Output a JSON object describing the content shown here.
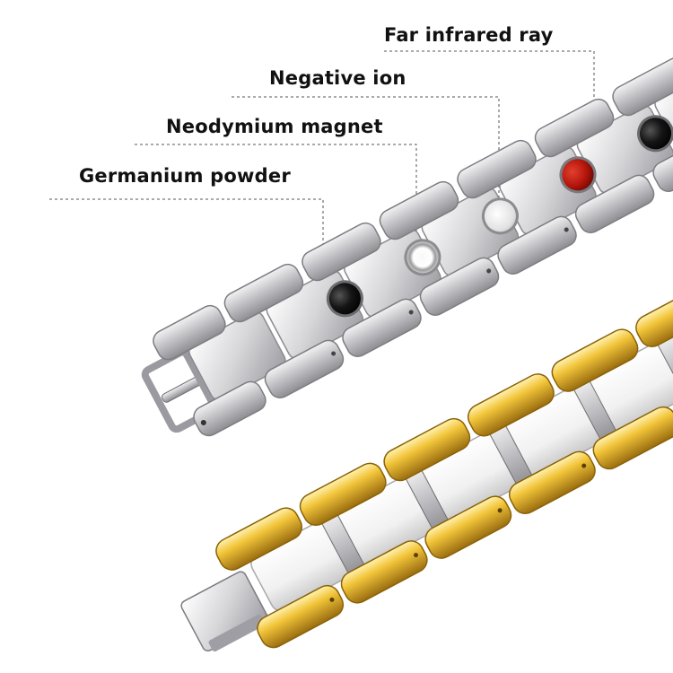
{
  "labels": {
    "far_infrared": "Far infrared ray",
    "negative_ion": "Negative ion",
    "neodymium": "Neodymium magnet",
    "germanium": "Germanium powder"
  },
  "colors": {
    "background": "#ffffff",
    "steel": "#c9c9cc",
    "gold": "#e3b32a",
    "ceramic": "#f4f4f4",
    "stone_red": "#b3140a",
    "stone_black": "#111111",
    "stone_white": "#dcdcdc",
    "leader_line": "#555555"
  }
}
